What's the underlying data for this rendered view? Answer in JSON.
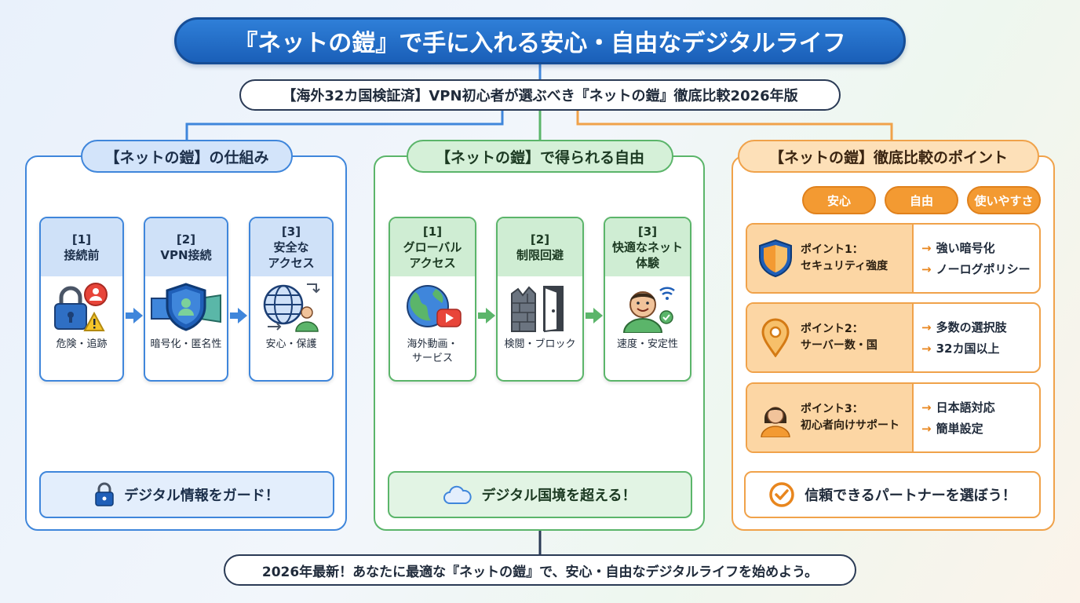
{
  "title": "『ネットの鎧』で手に入れる安心・自由なデジタルライフ",
  "subtitle": "【海外32カ国検証済】VPN初心者が選ぶべき『ネットの鎧』徹底比較2026年版",
  "footer": "2026年最新！あなたに最適な『ネットの鎧』で、安心・自由なデジタルライフを始めよう。",
  "colors": {
    "blue": "#3f86db",
    "green": "#5bb56a",
    "orange": "#f0a24a",
    "title_bg": "#1a5fb8"
  },
  "mechanism": {
    "header": "【ネットの鎧】の仕組み",
    "steps": [
      {
        "num": "[1]",
        "label": "接続前",
        "caption": "危険・追跡",
        "icon": "padlock-warning-icon"
      },
      {
        "num": "[2]",
        "label": "VPN接続",
        "caption": "暗号化・匿名性",
        "icon": "shield-tunnel-icon"
      },
      {
        "num": "[3]",
        "label": "安全な\nアクセス",
        "caption": "安心・保護",
        "icon": "globe-user-icon"
      }
    ],
    "slogan": "デジタル情報をガード！",
    "slogan_icon": "lock-icon"
  },
  "freedom": {
    "header": "【ネットの鎧】で得られる自由",
    "steps": [
      {
        "num": "[1]",
        "label": "グローバル\nアクセス",
        "caption": "海外動画・\nサービス",
        "icon": "globe-video-icon"
      },
      {
        "num": "[2]",
        "label": "制限回避",
        "caption": "検閲・ブロック",
        "icon": "broken-wall-door-icon"
      },
      {
        "num": "[3]",
        "label": "快適なネット\n体験",
        "caption": "速度・安定性",
        "icon": "happy-user-wifi-icon"
      }
    ],
    "slogan": "デジタル国境を超える！",
    "slogan_icon": "cloud-icon"
  },
  "comparison": {
    "header": "【ネットの鎧】徹底比較のポイント",
    "tags": [
      "安心",
      "自由",
      "使いやすさ"
    ],
    "points": [
      {
        "title": "ポイント1：\nセキュリティ強度",
        "icon": "shield-icon",
        "items": [
          "強い暗号化",
          "ノーログポリシー"
        ]
      },
      {
        "title": "ポイント2：\nサーバー数・国",
        "icon": "location-pin-icon",
        "items": [
          "多数の選択肢",
          "32カ国以上"
        ]
      },
      {
        "title": "ポイント3：\n初心者向けサポート",
        "icon": "support-person-icon",
        "items": [
          "日本語対応",
          "簡単設定"
        ]
      }
    ],
    "arrow_glyph": "→",
    "slogan": "信頼できるパートナーを選ぼう！",
    "slogan_icon": "check-circle-icon"
  }
}
